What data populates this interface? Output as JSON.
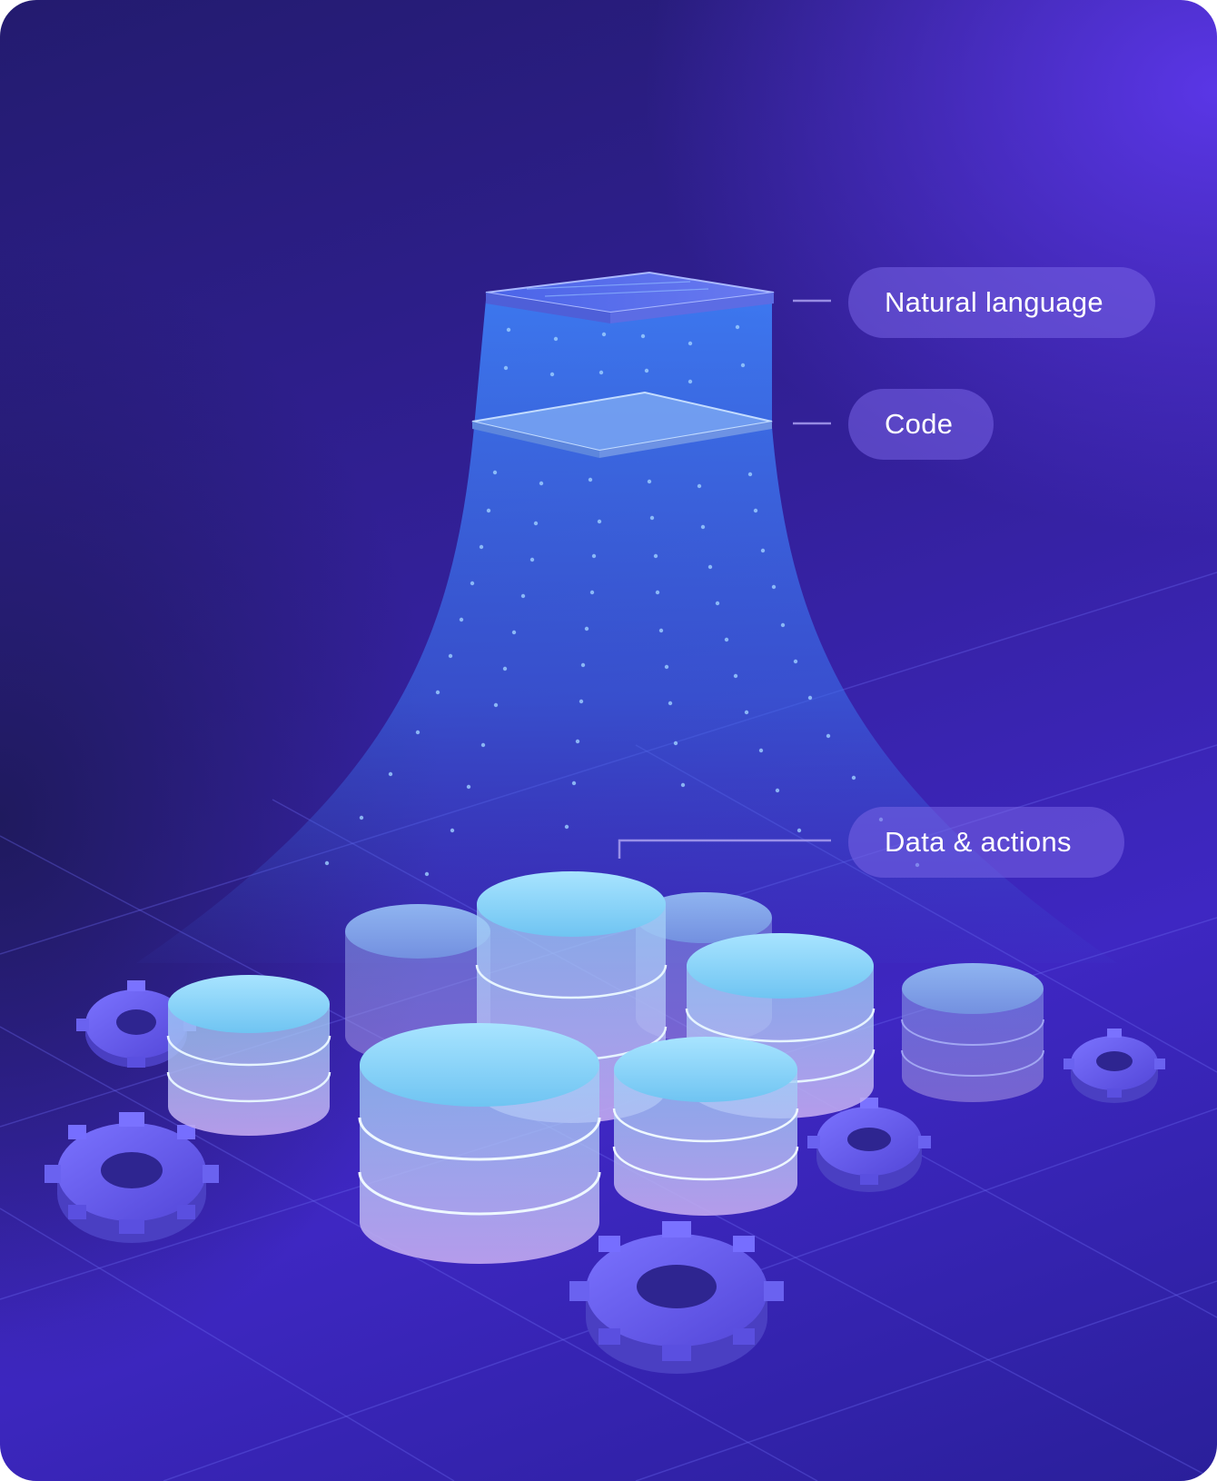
{
  "labels": {
    "natural_language": "Natural language",
    "code": "Code",
    "data_actions": "Data & actions"
  },
  "colors": {
    "pill_bg": "#7864e6",
    "funnel": "#3e7cf0",
    "cylinder_top": "#8fd6ff",
    "cylinder_body": "#b9a6ee",
    "gear": "#6a5ff0",
    "background_accent": "#5a36e6"
  },
  "icons": [
    "gear-icon",
    "database-cylinder-icon"
  ]
}
